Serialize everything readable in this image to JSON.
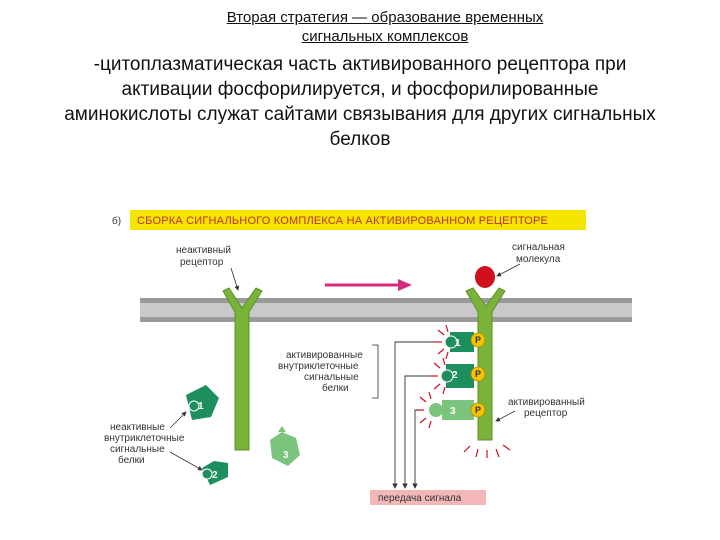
{
  "heading": {
    "line1": "Вторая стратегия — образование временных",
    "line2": "сигнальных комплексов"
  },
  "intro": {
    "lines": [
      "-цитоплазматическая часть активированного рецептора при",
      "активации фосфорилируется, и фосфорилированные",
      "аминокислоты  служат сайтами связывания для других сигнальных",
      "белков"
    ]
  },
  "figure": {
    "panel_letter": "б)",
    "title": "СБОРКА СИГНАЛЬНОГО КОМПЛЕКСА НА АКТИВИРОВАННОМ РЕЦЕПТОРЕ",
    "labels": {
      "inactive_receptor": [
        "неактивный",
        "рецептор"
      ],
      "signal_molecule": [
        "сигнальная",
        "молекула"
      ],
      "activated_proteins": [
        "активированные",
        "внутриклеточные",
        "сигнальные",
        "белки"
      ],
      "activated_receptor": [
        "активированный",
        "рецептор"
      ],
      "inactive_proteins": [
        "неактивные",
        "внутриклеточные",
        "сигнальные",
        "белки"
      ],
      "signal_output": "передача сигнала"
    },
    "protein_numbers": [
      "1",
      "2",
      "3"
    ],
    "phospho_label": "P",
    "colors": {
      "title_bar": "#f4e400",
      "title_text": "#c0302b",
      "membrane": "#9a9a9a",
      "receptor": "#7ab33a",
      "protein": "#1d8f5f",
      "signal_molecule": "#d0101e",
      "phosphate": "#f4c400",
      "arrow": "#d62a7e",
      "output_box": "#f4b7b7"
    }
  }
}
